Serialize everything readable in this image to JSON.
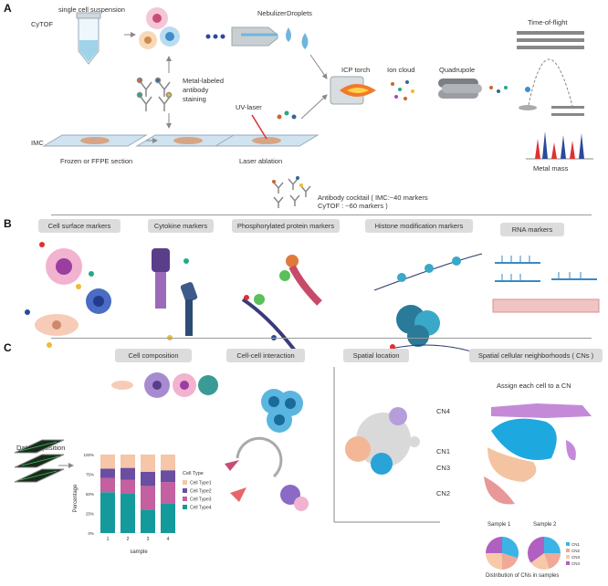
{
  "panelA": {
    "letter": "A",
    "cytof": "CyTOF",
    "imc": "IMC",
    "single_cell_suspension": "single cell suspension",
    "nebulizer": "Nebulizer",
    "droplets": "Droplets",
    "metal_labeled": "Metal-labeled",
    "antibody": "antibody",
    "staining": "staining",
    "uv_laser": "UV-laser",
    "icp_torch": "ICP torch",
    "ion_cloud": "Ion cloud",
    "quadrupole": "Quadrupole",
    "time_of_flight": "Time-of-flight",
    "frozen_ffpe": "Frozen or FFPE section",
    "laser_ablation": "Laser ablation",
    "metal_mass": "Metal mass",
    "cocktail_line1": "Antibody cocktail ( IMC:~40 markers",
    "cocktail_line2": "CyTOF : ~60 markers )"
  },
  "panelB": {
    "letter": "B",
    "labels": [
      "Cell surface markers",
      "Cytokine markers",
      "Phosphorylated protein markers",
      "Histone modification markers",
      "RNA markers"
    ]
  },
  "panelC": {
    "letter": "C",
    "headers": [
      "Cell composition",
      "Cell-cell interaction",
      "Spatial location",
      "Spatial cellular neighborhoods ( CNs )"
    ],
    "data_acquisition": "Data acquisition",
    "assign_cn": "Assign each cell to a CN",
    "cn_labels": [
      "CN4",
      "CN1",
      "CN3",
      "CN2"
    ],
    "sample1": "Sample 1",
    "sample2": "Sample 2",
    "distribution": "Distribution of CNs in samples",
    "pie_legend": [
      "CN1",
      "CN2",
      "CN3",
      "CN4"
    ],
    "pie_colors": [
      "#3bb4e5",
      "#f0a898",
      "#f7c9a8",
      "#b060c0"
    ]
  },
  "chart_data": {
    "type": "bar",
    "stacked": true,
    "categories": [
      "1",
      "2",
      "3",
      "4"
    ],
    "xlabel": "sample",
    "ylabel": "Percentage",
    "yticks": [
      "0%",
      "25%",
      "50%",
      "75%",
      "100%"
    ],
    "ylim": [
      0,
      100
    ],
    "legend_title": "Cell Type",
    "series": [
      {
        "name": "Cell Type4",
        "color": "#159a9c",
        "values": [
          52,
          50,
          30,
          38
        ]
      },
      {
        "name": "Cell Type3",
        "color": "#c45fa0",
        "values": [
          18,
          18,
          30,
          27
        ]
      },
      {
        "name": "Cell Type2",
        "color": "#6a4ea2",
        "values": [
          12,
          15,
          18,
          15
        ]
      },
      {
        "name": "Cell Type1",
        "color": "#f5c6a8",
        "values": [
          18,
          17,
          22,
          20
        ]
      }
    ]
  }
}
